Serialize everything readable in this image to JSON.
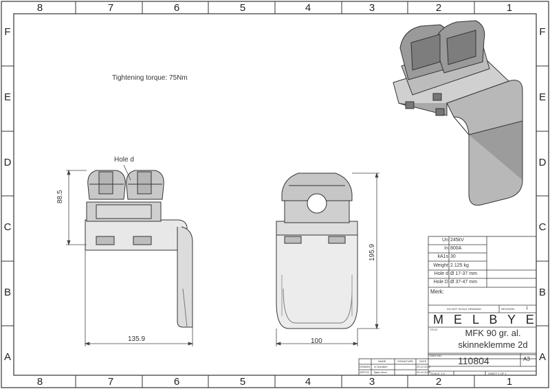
{
  "border": {
    "columns": [
      "8",
      "7",
      "6",
      "5",
      "4",
      "3",
      "2",
      "1"
    ],
    "rows": [
      "F",
      "E",
      "D",
      "C",
      "B",
      "A"
    ]
  },
  "notes": {
    "torque": "Tightening torque: 75Nm",
    "hole_label": "Hole d"
  },
  "dimensions": {
    "front_height": "88.5",
    "front_width": "135.9",
    "side_height": "195.9",
    "side_width": "100"
  },
  "specs": [
    {
      "label": "Un",
      "value": "245kV"
    },
    {
      "label": "In",
      "value": "800A"
    },
    {
      "label": "kA1s",
      "value": "30"
    },
    {
      "label": "Weight",
      "value": "2.125 kg"
    },
    {
      "label": "Hole d",
      "value": "Ø 17-37 mm"
    },
    {
      "label": "Hole D",
      "value": "Ø 37-47 mm"
    }
  ],
  "title_block": {
    "merk_label": "Merk:",
    "do_not_scale": "DO NOT SCALE DRAWING",
    "revision_label": "REVISION",
    "revision_value": "1",
    "company": "M E L B Y E",
    "title_prefix": "TITLE:",
    "title_line1": "MFK 90 gr. al.",
    "title_line2": "skinneklemme 2d",
    "dwg_no_label": "DWG NO.",
    "dwg_no": "110804",
    "size": "A3",
    "scale": "SCALE: 1:2",
    "sheet": "SHEET 1 OF 1",
    "rows": [
      {
        "role": "",
        "name": "NAME",
        "sig": "SIGNATURE",
        "date": "DATE"
      },
      {
        "role": "DRAWN",
        "name": "re.Sandber",
        "sig": "",
        "date": "29.12.2020"
      },
      {
        "role": "APPV'D",
        "name": "Bjørn Arve",
        "sig": "",
        "date": "29.12.2020"
      }
    ]
  }
}
